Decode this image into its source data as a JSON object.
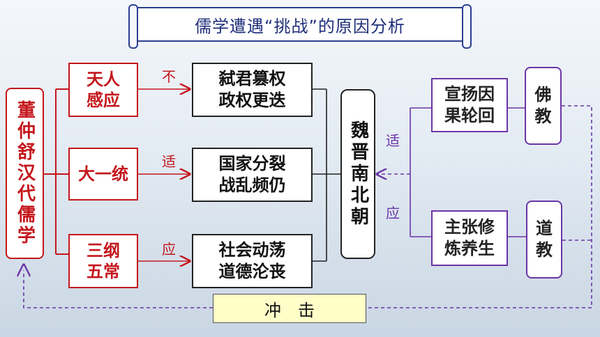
{
  "title": "儒学遭遇“挑战”的原因分析",
  "nodes": {
    "dongzhongshu": "董仲舒汉代儒学",
    "tianren": "天人\n感应",
    "dayitong": "大一统",
    "sangang": "三纲\n五常",
    "shijun": "弑君篡权\n政权更迭",
    "guojia": "国家分裂\n战乱频仍",
    "shehui": "社会动荡\n道德沦丧",
    "weijin": "魏晋南北朝",
    "xuanyang": "宣扬因\n果轮回",
    "zhuzhang": "主张修\n炼养生",
    "fojiao": "佛\n教",
    "daojiao": "道\n教",
    "chongji": "冲　击"
  },
  "edge_labels": {
    "bu": "不",
    "shi_left": "适",
    "ying_left": "应",
    "shi_right": "适",
    "ying_right": "应"
  },
  "colors": {
    "red": "#c4161c",
    "purple": "#6b35a6",
    "black": "#222222",
    "yellow": "#fffec8"
  }
}
